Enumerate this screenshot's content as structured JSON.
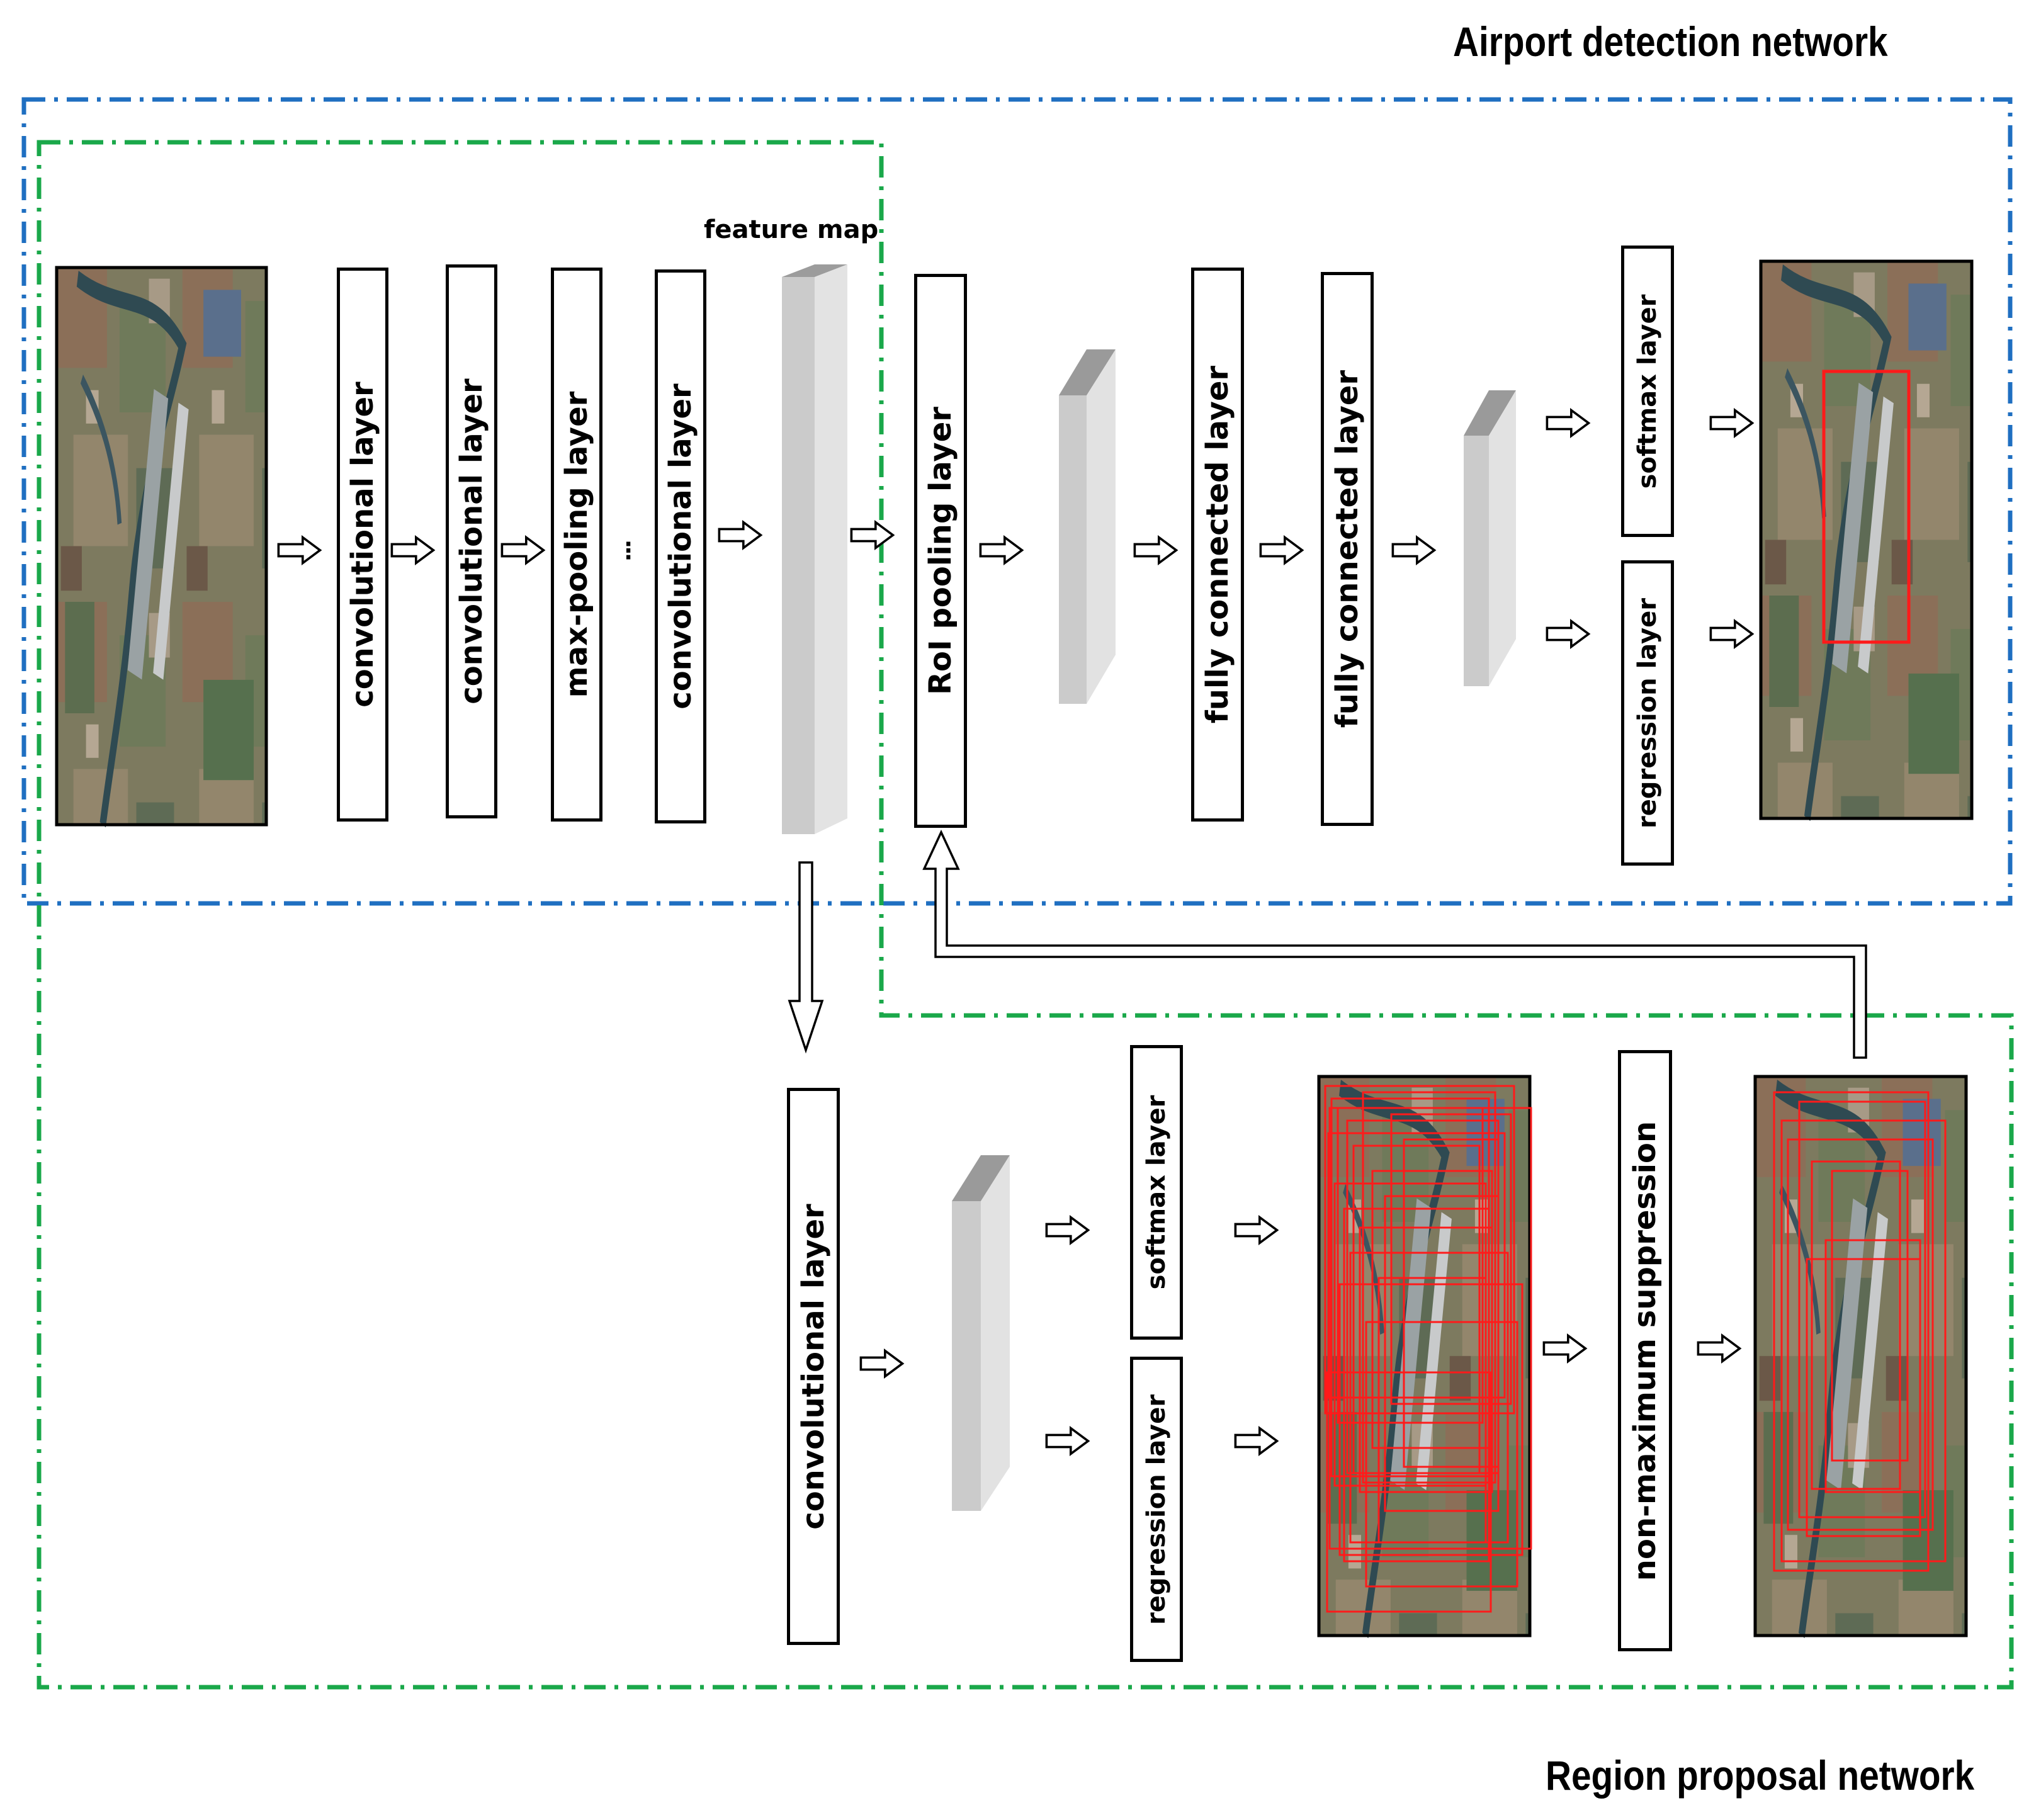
{
  "titles": {
    "airport_network": "Airport detection network",
    "region_network": "Region proposal network",
    "feature_map": "feature map"
  },
  "top_row": {
    "layers": [
      "convolutional layer",
      "convolutional layer",
      "max-pooling layer",
      "convolutional layer"
    ],
    "ellipsis": "⋮",
    "roi": "RoI pooling layer",
    "fc": [
      "fully connected layer",
      "fully connected layer"
    ],
    "softmax": "softmax layer",
    "regression": "regression layer"
  },
  "bottom_row": {
    "conv": "convolutional layer",
    "softmax": "softmax layer",
    "regression": "regression layer",
    "nms": "non-maximum suppression"
  },
  "colors": {
    "airport_border": "#1f6fc1",
    "region_border": "#1aa84a",
    "detection_box": "#ff1a1a"
  }
}
